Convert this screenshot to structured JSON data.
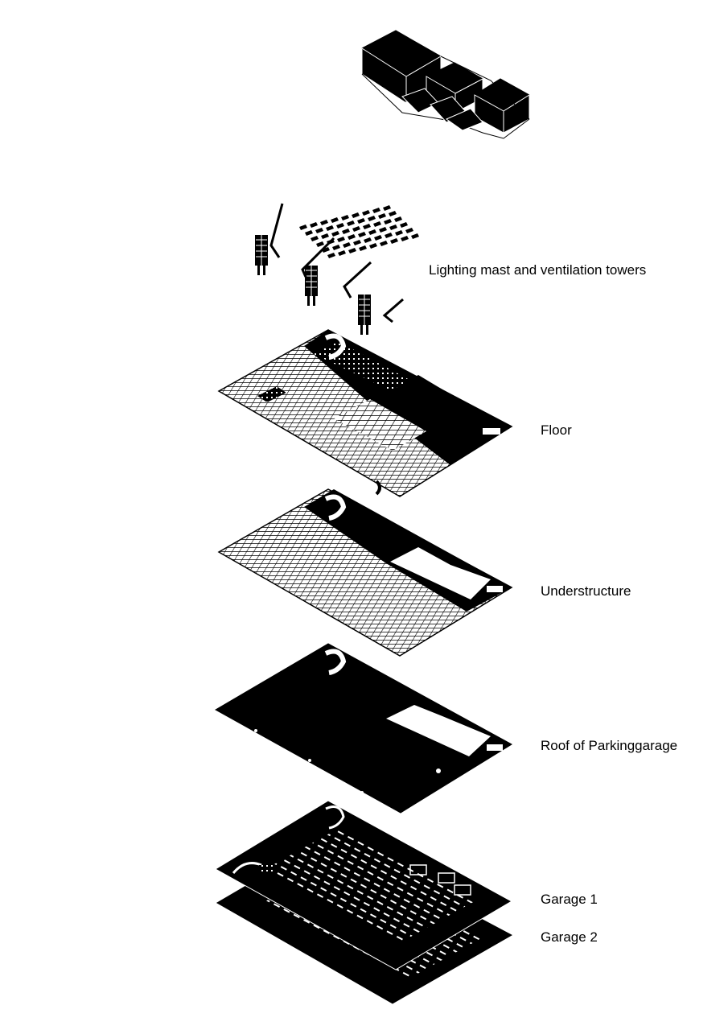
{
  "labels": {
    "lighting": "Lighting mast and ventilation towers",
    "floor": "Floor",
    "understructure": "Understructure",
    "roof": "Roof of Parkinggarage",
    "garage1": "Garage 1",
    "garage2": "Garage 2"
  },
  "colors": {
    "ink": "#000000",
    "paper": "#ffffff"
  }
}
